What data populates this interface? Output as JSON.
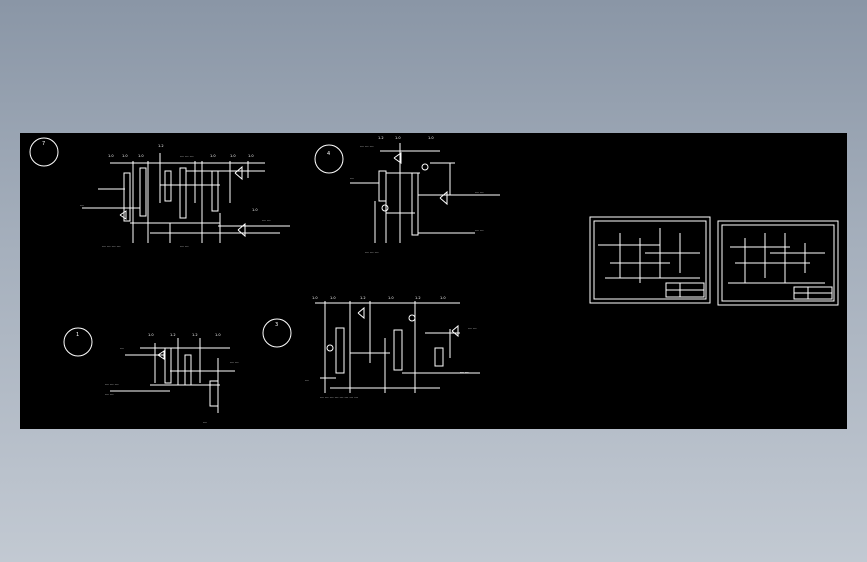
{
  "drawing": {
    "background": "#000000",
    "stroke": "#ffffff",
    "diagram_labels": [
      "7",
      "4",
      "1",
      "3"
    ]
  }
}
